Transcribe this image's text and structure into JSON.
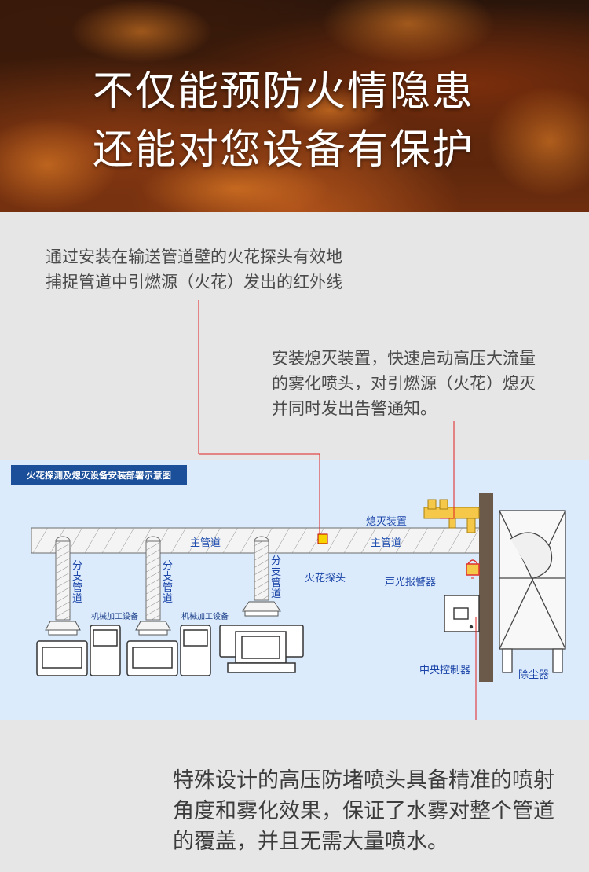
{
  "hero": {
    "line1": "不仅能预防火情隐患",
    "line2": "还能对您设备有保护"
  },
  "notes": {
    "spark_probe": "通过安装在输送管道壁的火花探头有效地\n捕捉管道中引燃源（火花）发出的红外线",
    "extinguisher": "安装熄灭装置，快速启动高压大流量\n的雾化喷头，对引燃源（火花）熄灭\n并同时发出告警通知。",
    "nozzle": "特殊设计的高压防堵喷头具备精准的喷射\n角度和雾化效果，保证了水雾对整个管道\n的覆盖，并且无需大量喷水。"
  },
  "diagram": {
    "title": "火花探测及熄灭设备安装部署示意图",
    "main_pipe_left": "主管道",
    "main_pipe_right": "主管道",
    "branch_1": "分支管道",
    "branch_2": "分支管道",
    "branch_3": "分支管道",
    "machine_1": "机械加工设备",
    "machine_2": "机械加工设备",
    "spark_probe": "火花探头",
    "extinguish_device": "熄灭装置",
    "alarm": "声光报警器",
    "controller": "中央控制器",
    "dust_collector": "除尘器"
  },
  "colors": {
    "diagram_bg": "#dcebfb",
    "title_bar": "#1b4f9a",
    "leader_line": "#e02020",
    "label_blue": "#1a44a8"
  }
}
